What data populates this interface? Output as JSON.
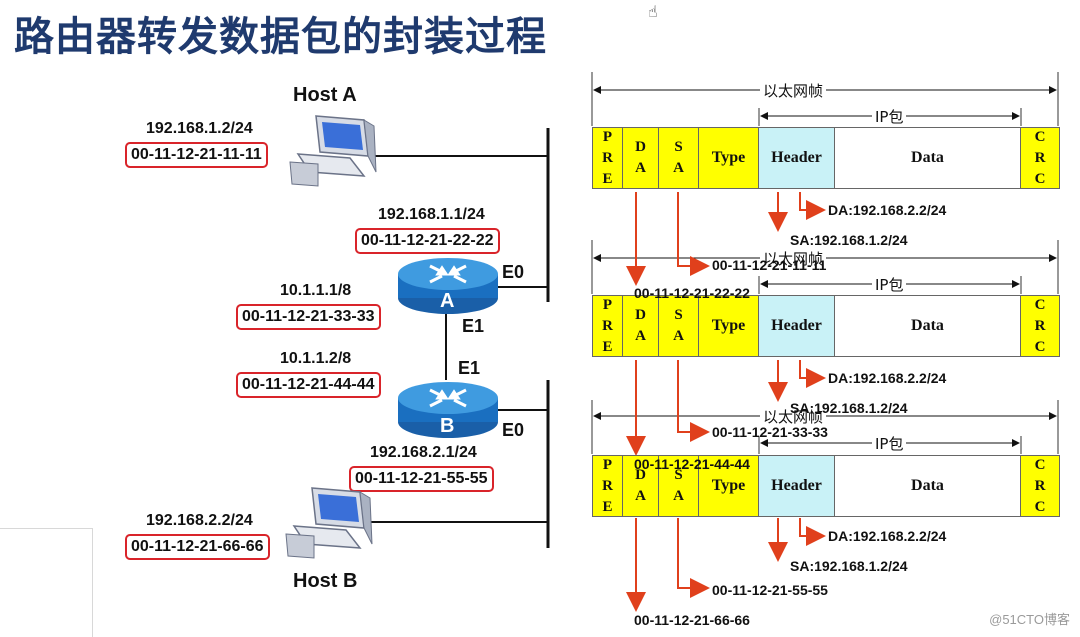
{
  "title": "路由器转发数据包的封装过程",
  "hosts": {
    "a": {
      "name": "Host A",
      "ip": "192.168.1.2/24",
      "mac": "00-11-12-21-11-11"
    },
    "b": {
      "name": "Host B",
      "ip": "192.168.2.2/24",
      "mac": "00-11-12-21-66-66"
    }
  },
  "routers": {
    "a": {
      "label": "A",
      "e0": {
        "name": "E0",
        "ip": "192.168.1.1/24",
        "mac": "00-11-12-21-22-22"
      },
      "e1": {
        "name": "E1",
        "ip": "10.1.1.1/8",
        "mac": "00-11-12-21-33-33"
      }
    },
    "b": {
      "label": "B",
      "e0": {
        "name": "E0",
        "ip": "192.168.2.1/24",
        "mac": "00-11-12-21-55-55"
      },
      "e1": {
        "name": "E1",
        "ip": "10.1.1.2/8",
        "mac": "00-11-12-21-44-44"
      }
    }
  },
  "frame": {
    "eth_label": "以太网帧",
    "ip_label": "IP包",
    "fields": {
      "pre": [
        "P",
        "R",
        "E"
      ],
      "da": [
        "D",
        "A"
      ],
      "sa": [
        "S",
        "A"
      ],
      "type": "Type",
      "header": "Header",
      "data": "Data",
      "crc": [
        "C",
        "R",
        "C"
      ]
    }
  },
  "frames": [
    {
      "ip_da": "DA:192.168.2.2/24",
      "ip_sa": "SA:192.168.1.2/24",
      "mac_sa": "00-11-12-21-11-11",
      "mac_da": "00-11-12-21-22-22"
    },
    {
      "ip_da": "DA:192.168.2.2/24",
      "ip_sa": "SA:192.168.1.2/24",
      "mac_sa": "00-11-12-21-33-33",
      "mac_da": "00-11-12-21-44-44"
    },
    {
      "ip_da": "DA:192.168.2.2/24",
      "ip_sa": "SA:192.168.1.2/24",
      "mac_sa": "00-11-12-21-55-55",
      "mac_da": "00-11-12-21-66-66"
    }
  ],
  "watermark": "@51CTO博客",
  "colors": {
    "title": "#1f3a6e",
    "arrow": "#e0401c",
    "mac_box": "#d9242a",
    "yellow": "#ffff00",
    "cyan": "#c9f2f7"
  }
}
